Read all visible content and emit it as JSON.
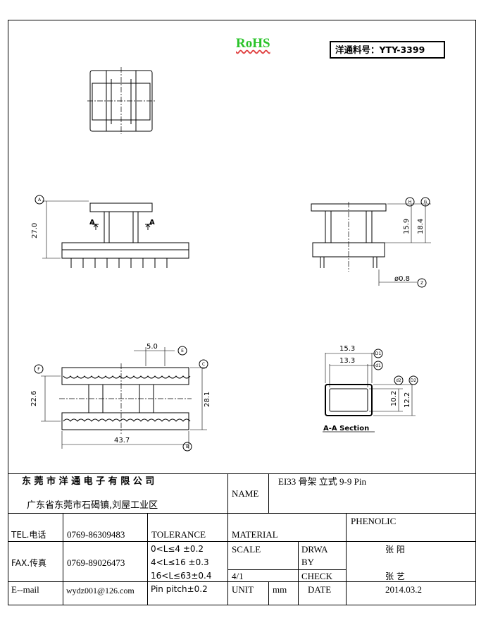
{
  "header": {
    "rohs": "RoHS",
    "part_number": "洋通料号：YTY-3399"
  },
  "drawing": {
    "dims": {
      "height_27": "27.0",
      "height_15_9": "15.9",
      "height_18_4": "18.4",
      "pin_dia": "ø0.8",
      "pitch_5": "5.0",
      "height_22_6": "22.6",
      "height_28_1": "28.1",
      "width_43_7": "43.7",
      "width_15_3": "15.3",
      "width_13_3": "13.3",
      "height_10_2": "10.2",
      "height_12_2": "12.2"
    },
    "callouts": {
      "A": "A",
      "B": "B",
      "C": "C",
      "D1": "D1",
      "D2": "D2",
      "E": "E",
      "F": "F",
      "G": "G",
      "H": "H",
      "Z": "Z",
      "d1": "d1",
      "d2": "d2"
    },
    "section_mark": "A",
    "section_label": "A-A Section"
  },
  "title_block": {
    "company": "东 莞 市 洋 通 电 子 有 限 公 司",
    "address": "广东省东莞市石碣镇,刘屋工业区",
    "name_label": "NAME",
    "name_value": "EI33  骨架    立式 9-9 Pin",
    "tel_label": "TEL.电话",
    "tel_value": "0769-86309483",
    "fax_label": "FAX.传真",
    "fax_value": "0769-89026473",
    "email_label": "E--mail",
    "email_value": "wydz001@126.com",
    "tolerance_label": "TOLERANCE",
    "tol_1": "0<L≤4    ±0.2",
    "tol_2": "4<L≤16  ±0.3",
    "tol_3": "16<L≤63±0.4",
    "tol_4": "Pin pitch±0.2",
    "material_label": "MATERIAL",
    "material_value": "PHENOLIC",
    "scale_label": "SCALE",
    "scale_value": "4/1",
    "drawn_label_1": "DRWA",
    "drawn_label_2": "BY",
    "drawn_value": "张  阳",
    "check_label": "CHECK",
    "check_value": "张  艺",
    "unit_label": "UNIT",
    "unit_value": "mm",
    "date_label": "DATE",
    "date_value": "2014.03.2"
  }
}
